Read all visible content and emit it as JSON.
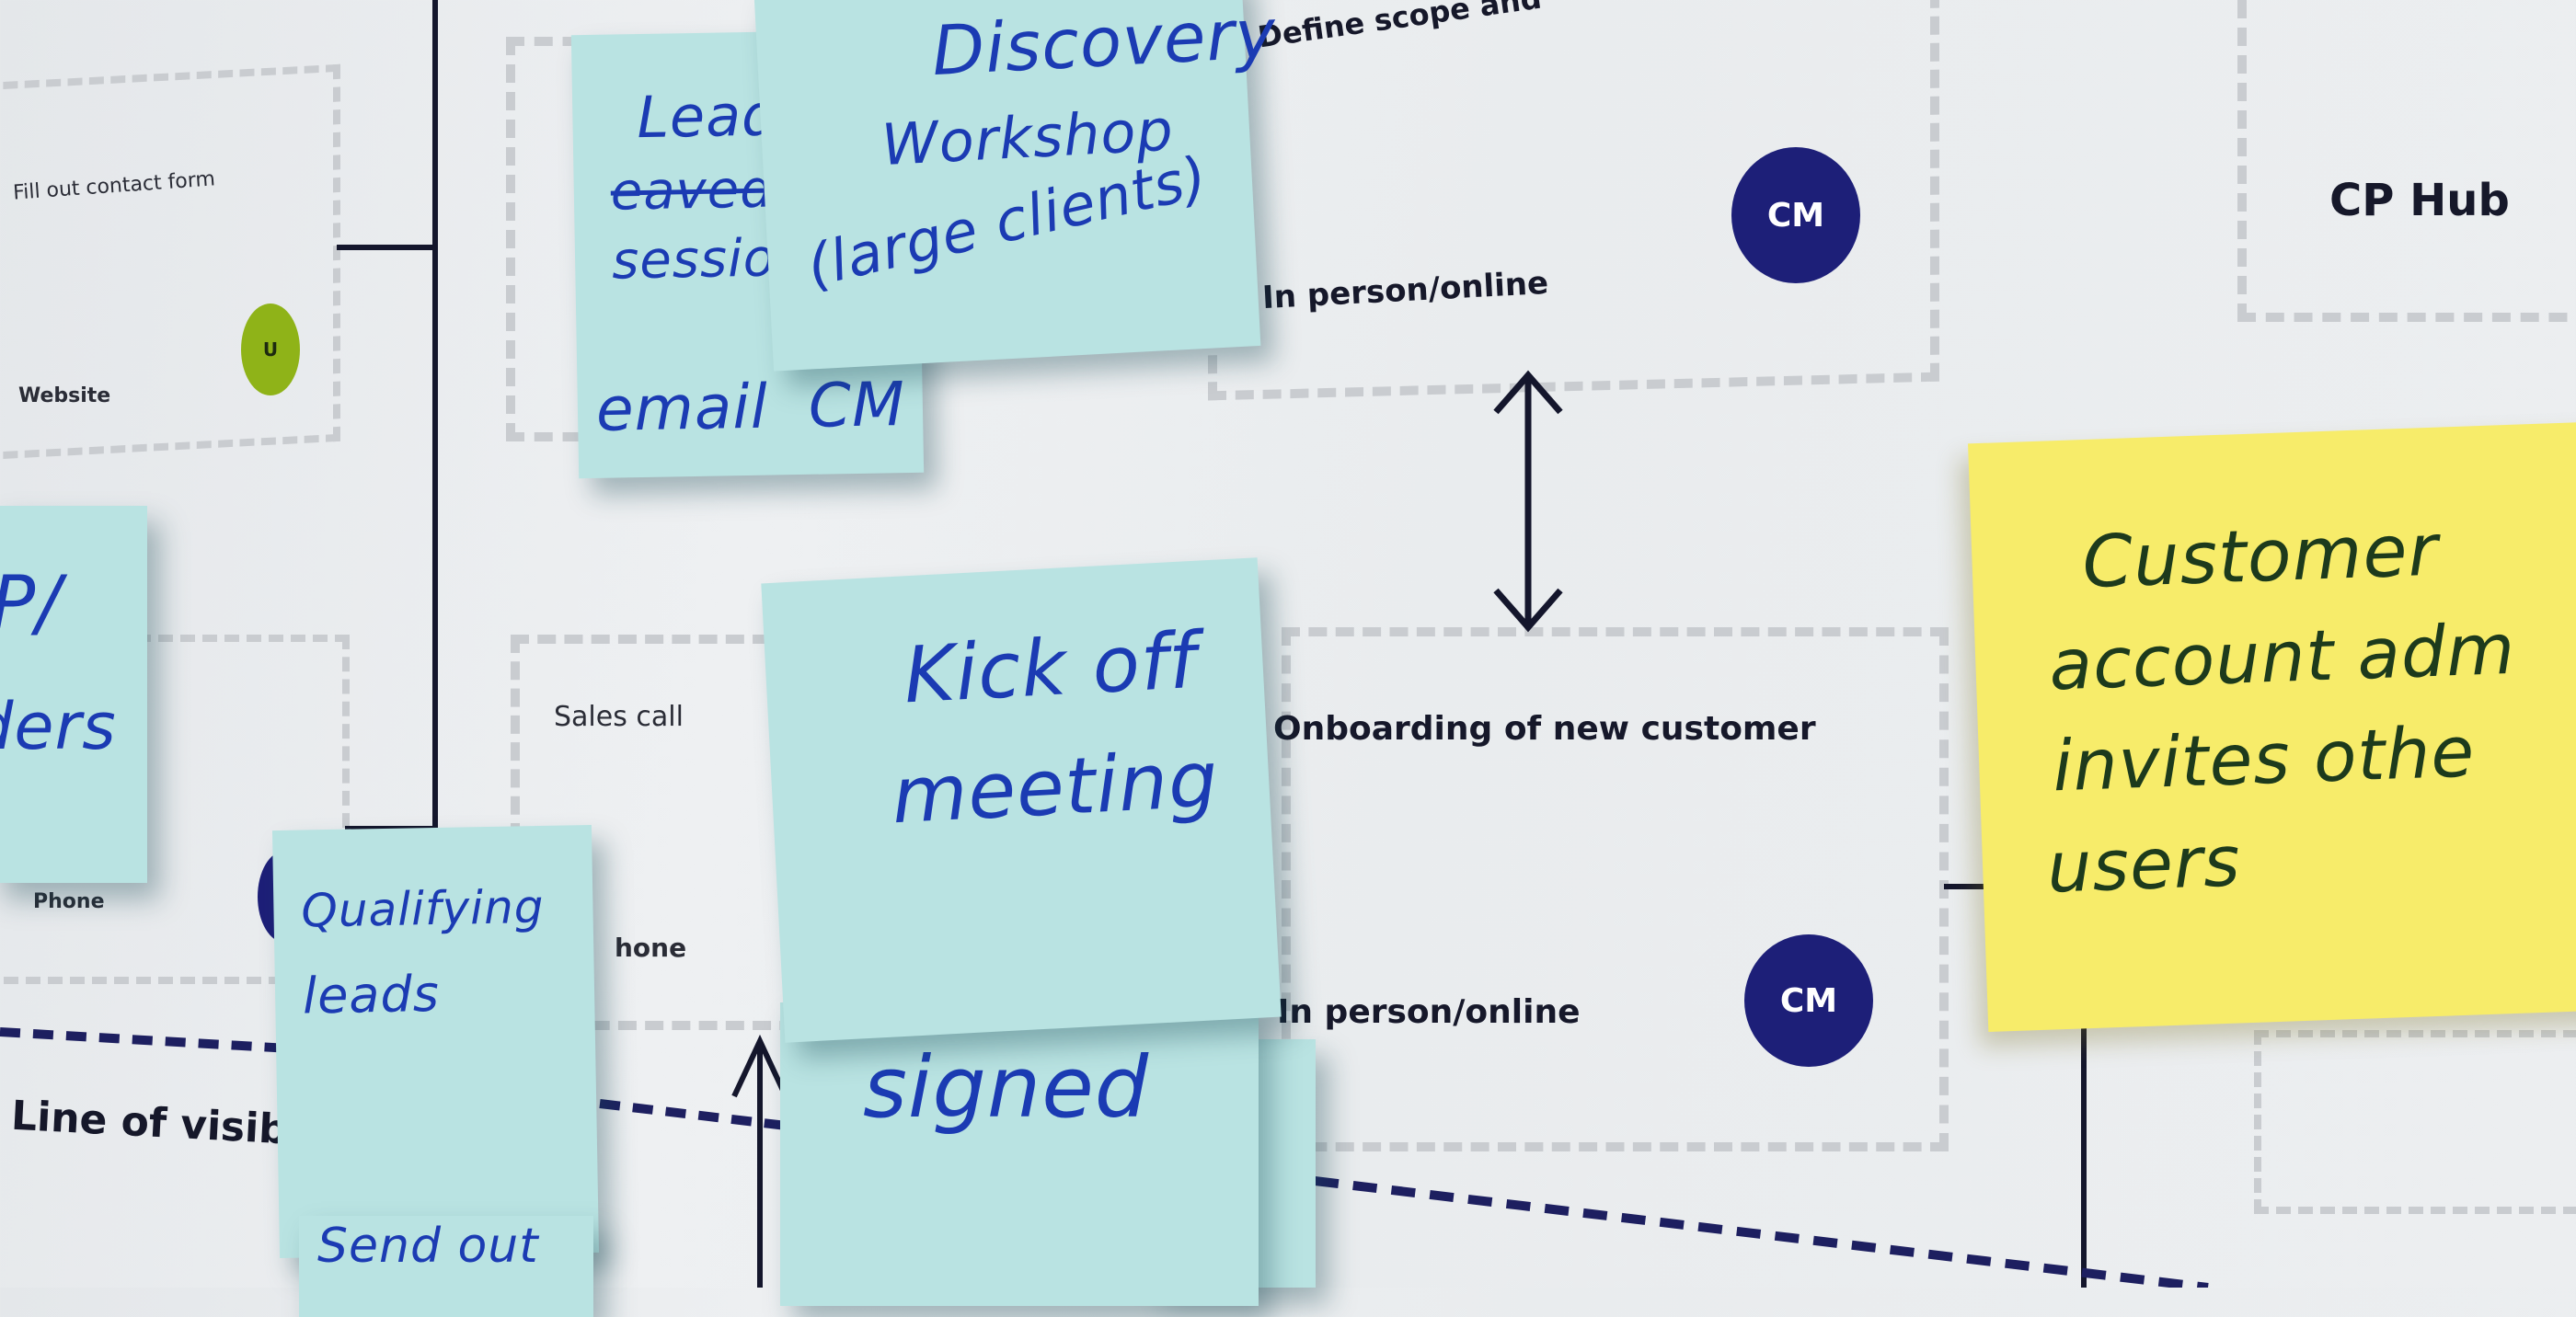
{
  "board": {
    "labels": {
      "fill_out_contact_form": "Fill out contact form",
      "website": "Website",
      "phone_left": "Phone",
      "line_of_visibility": "Line of visibility",
      "sales_call": "Sales call",
      "phone_mid": "hone",
      "define_scope": "Define scope and",
      "in_person_online_top": "In person/online",
      "cp_hub": "CP Hub",
      "onboarding": "Onboarding of new customer",
      "in_person_online_bottom": "In person/online"
    },
    "avatars": [
      {
        "initials": "U",
        "color": "#8fb318"
      },
      {
        "initials": "CM",
        "color": "#1d1f78"
      },
      {
        "initials": "CM",
        "color": "#1d1f78"
      }
    ]
  },
  "sticky_notes": {
    "left_partial": [
      "P/",
      "ders"
    ],
    "leads": [
      "Leads fr",
      "eaved suf",
      "session"
    ],
    "email_cm": "email  CM",
    "discovery": [
      "Discovery",
      "Workshop",
      "(large clients)"
    ],
    "qualifying": [
      "Qualifying",
      "leads"
    ],
    "send_out": "Send out",
    "kickoff": [
      "Kick off",
      "meeting"
    ],
    "signed": "signed",
    "customer": [
      "Customer",
      "account adm",
      "invites othe",
      "users"
    ],
    "colors": {
      "teal": "#b9e3e2",
      "yellow": "#f7ec6a",
      "ink": "#1b3bb3"
    }
  }
}
